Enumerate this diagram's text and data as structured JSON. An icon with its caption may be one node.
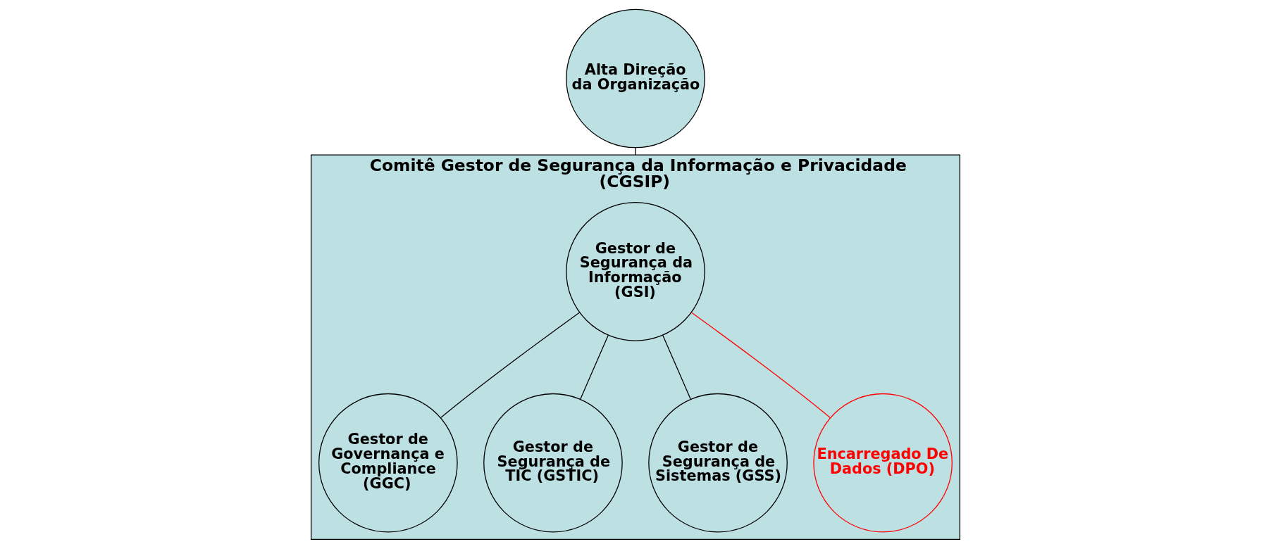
{
  "diagram": {
    "nodes": [
      {
        "text": [
          "Alta Direção da Organização"
        ]
      },
      {
        "text": [
          "Comitê Gestor de Segurança da Informação e Privacidade",
          "(CGSIP)"
        ]
      },
      {
        "text": [
          "Gestor de Segurança da Informação (GSI)"
        ],
        "in": 1
      },
      {
        "text": [
          "Gestor de Governança e Compliance (GGC)"
        ],
        "in": 1
      },
      {
        "text": [
          "Gestor de Segurança de TIC (GSTIC)"
        ],
        "in": 1
      },
      {
        "text": [
          "Gestor de Segurança de Sistemas (GSS)"
        ],
        "in": 1
      },
      {
        "text": [
          "Encarregado De Dados (DPO)"
        ],
        "in": 1
      }
    ],
    "edges": [
      {
        "from": 0,
        "to": 1,
        "arrow": "none"
      },
      {
        "from": 2,
        "to": 3,
        "arrow": "none"
      },
      {
        "from": 2,
        "to": 4,
        "arrow": "none"
      },
      {
        "from": 2,
        "to": 5,
        "arrow": "none"
      },
      {
        "from": 2,
        "to": 6,
        "arrow": "none",
        "color": "#ff0000"
      }
    ]
  }
}
